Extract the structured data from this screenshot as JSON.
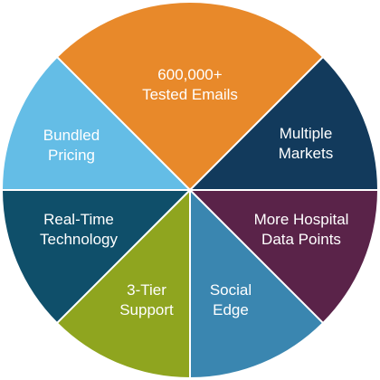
{
  "wheel": {
    "segments": [
      {
        "key": "tested-emails",
        "lines": [
          "600,000+",
          "Tested Emails"
        ],
        "color": "#e8892a"
      },
      {
        "key": "multiple-markets",
        "lines": [
          "Multiple",
          "Markets"
        ],
        "color": "#123a5c"
      },
      {
        "key": "more-hospital-data-points",
        "lines": [
          "More Hospital",
          "Data Points"
        ],
        "color": "#5a2349"
      },
      {
        "key": "social-edge",
        "lines": [
          "Social",
          "Edge"
        ],
        "color": "#3a86b0"
      },
      {
        "key": "3-tier-support",
        "lines": [
          "3-Tier",
          "Support"
        ],
        "color": "#8fa51f"
      },
      {
        "key": "real-time-technology",
        "lines": [
          "Real-Time",
          "Technology"
        ],
        "color": "#0f4f6a"
      },
      {
        "key": "bundled-pricing",
        "lines": [
          "Bundled",
          "Pricing"
        ],
        "color": "#64bde6"
      }
    ]
  }
}
